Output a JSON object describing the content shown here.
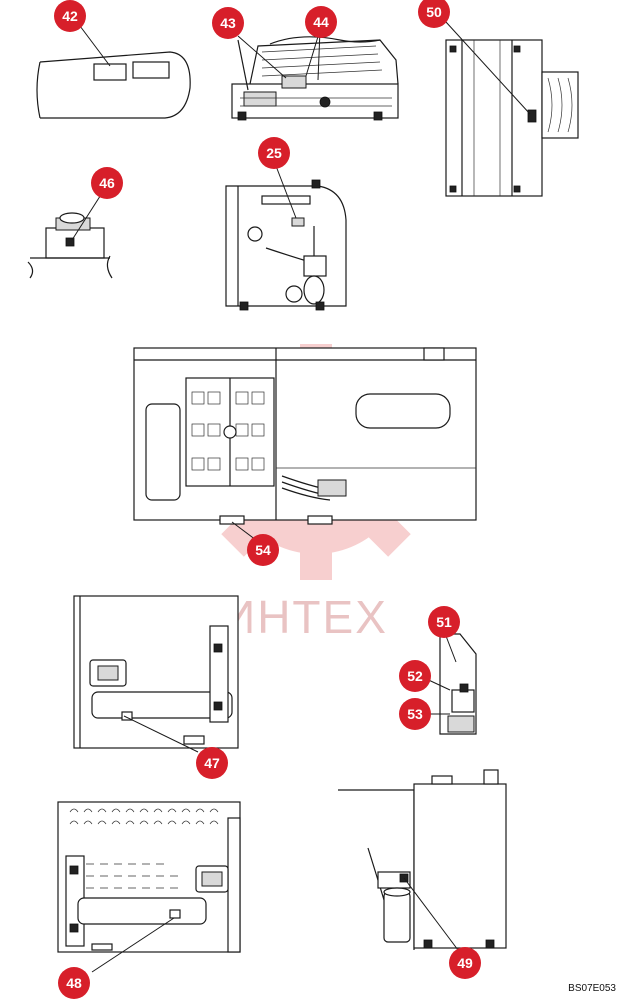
{
  "diagram": {
    "callouts": [
      "42",
      "43",
      "44",
      "50",
      "25",
      "46",
      "54",
      "51",
      "52",
      "53",
      "47",
      "48",
      "49"
    ],
    "watermark_text": "ИНТЕХ",
    "accent_color": "#d71f2a",
    "watermark_color": "#f3b5b5",
    "document_code": "BS07E053"
  }
}
